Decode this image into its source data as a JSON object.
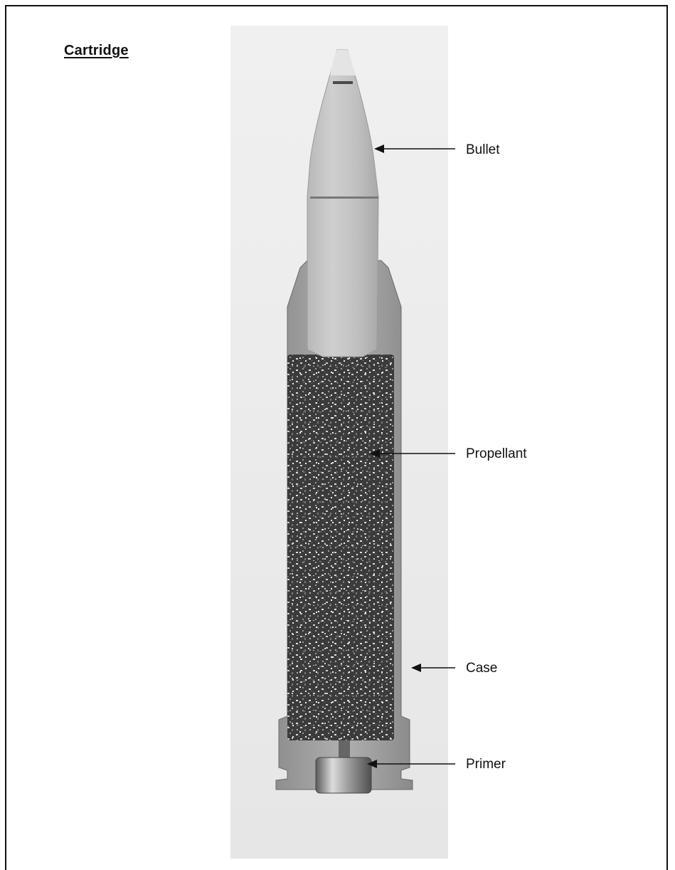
{
  "figure": {
    "title": "Cartridge"
  },
  "labels": {
    "bullet": "Bullet",
    "propellant": "Propellant",
    "case": "Case",
    "primer": "Primer"
  },
  "colors": {
    "line": "#111111",
    "photo_background": "#eeeeee",
    "case_metal": "#a8a8a8",
    "propellant_dark": "#3a3a3a",
    "propellant_light": "#d8d8d8",
    "bullet": "#c4c4c4"
  }
}
